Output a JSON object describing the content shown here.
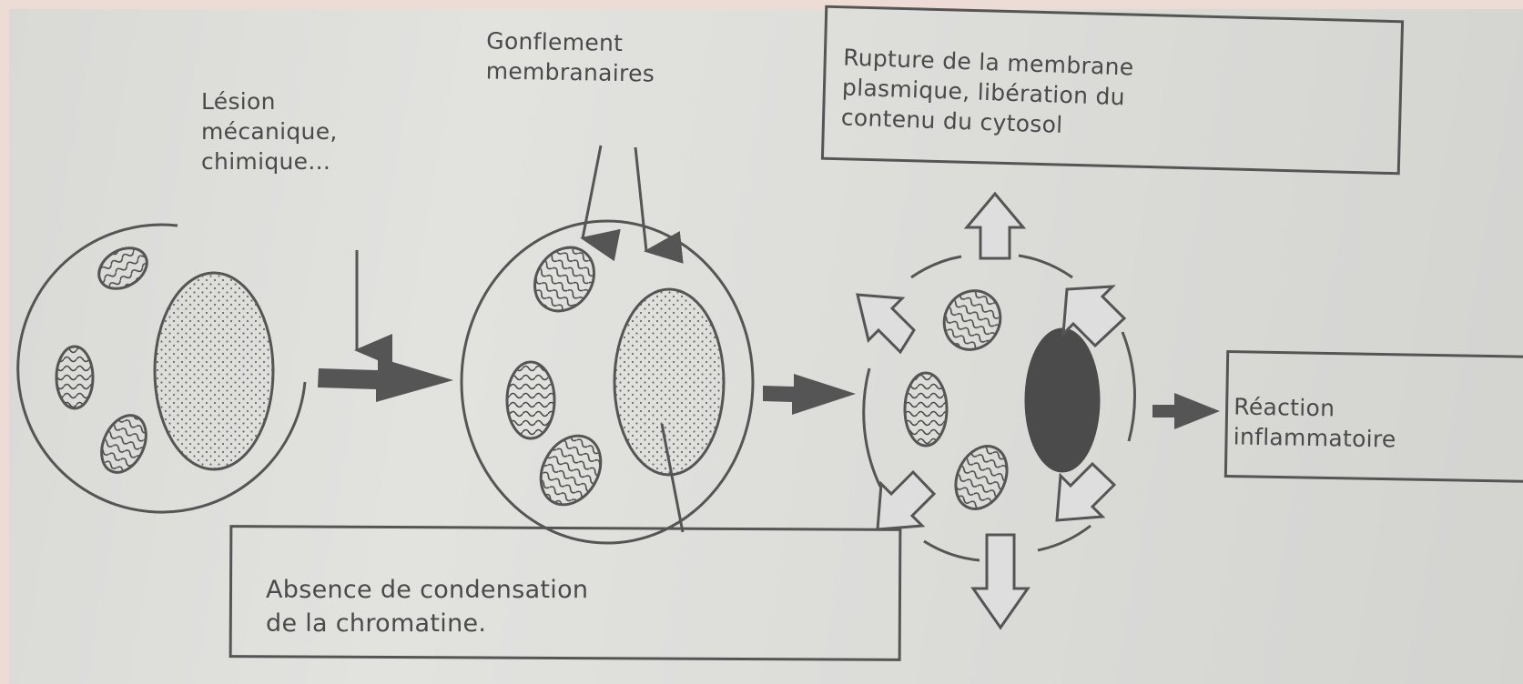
{
  "labels": {
    "lesion": "Lésion\nmécanique,\nchimique...",
    "gonflement": "Gonflement\nmembranaires",
    "rupture": "Rupture de la membrane\nplasmique, libération du\ncontenu du cytosol",
    "reaction": "Réaction\ninflammatoire",
    "absence": "Absence de condensation\nde la chromatine."
  },
  "colors": {
    "ink": "#4a4a4a",
    "paper": "#dedede",
    "dark_nucleus": "#4b4b4b"
  }
}
